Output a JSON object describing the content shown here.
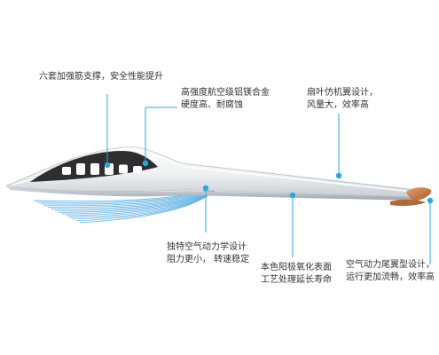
{
  "callouts": [
    {
      "id": "ribs",
      "lines": [
        "六套加强筋支撑，安全性能提升"
      ]
    },
    {
      "id": "alloy",
      "lines": [
        "高强度航空级铝镁合金",
        "硬度高、耐腐蚀"
      ]
    },
    {
      "id": "fan",
      "lines": [
        "扇叶仿机翼设计，",
        "风量大，效率高"
      ]
    },
    {
      "id": "aero",
      "lines": [
        "独特空气动力学设计",
        "阻力更小， 转速稳定"
      ]
    },
    {
      "id": "anodize",
      "lines": [
        "本色阳极氧化表面",
        "工艺处理延长寿命"
      ]
    },
    {
      "id": "tail",
      "lines": [
        "空气动力尾翼型设计，",
        "运行更加流畅，效率高"
      ]
    }
  ],
  "colors": {
    "accent": "#29a8e0",
    "blade_light": "#f4f5f7",
    "blade_shadow": "#b9bec5",
    "profile_dark": "#2e2e30",
    "tail_copper": "#c47a45",
    "airflow": "#5aaee3"
  }
}
